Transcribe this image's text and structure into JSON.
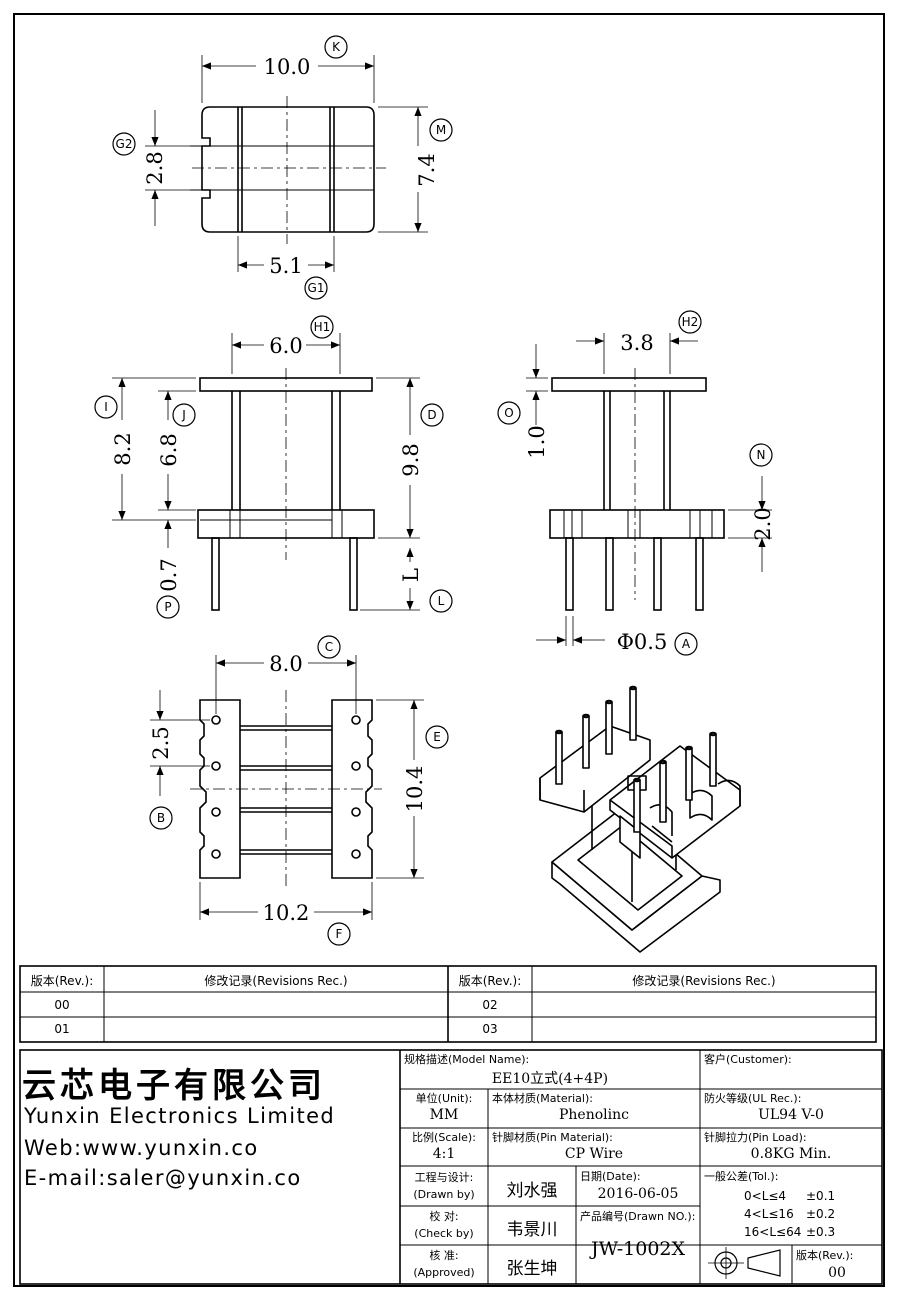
{
  "drawing": {
    "top_view": {
      "width": "10.0",
      "height": "7.4",
      "slot_height": "2.8",
      "inner_width": "5.1",
      "labels": {
        "width": "K",
        "height": "M",
        "slot": "G2",
        "inner": "G1"
      }
    },
    "front_view": {
      "flange_width": "6.0",
      "total_height": "8.2",
      "inner_height": "6.8",
      "overall": "9.8",
      "pin_offset": "0.7",
      "pin_length": "L",
      "labels": {
        "flange": "H1",
        "total": "I",
        "inner": "J",
        "overall": "D",
        "offset": "P",
        "pin": "L"
      }
    },
    "side_view": {
      "flange_width": "3.8",
      "flange_thick": "1.0",
      "base_height": "2.0",
      "pin_dia": "Φ0.5",
      "labels": {
        "flange": "H2",
        "thick": "O",
        "base": "N",
        "pin": "A"
      }
    },
    "bottom_view": {
      "pin_span": "8.0",
      "pitch": "2.5",
      "depth": "10.4",
      "base_width": "10.2",
      "labels": {
        "span": "C",
        "pitch": "B",
        "depth": "E",
        "width": "F"
      }
    }
  },
  "revision_table": {
    "headers": [
      "版本(Rev.):",
      "修改记录(Revisions Rec.)",
      "版本(Rev.):",
      "修改记录(Revisions Rec.)"
    ],
    "rows": [
      [
        "00",
        "",
        "02",
        ""
      ],
      [
        "01",
        "",
        "03",
        ""
      ]
    ]
  },
  "company": {
    "name_cn": "云芯电子有限公司",
    "name_en": "Yunxin Electronics Limited",
    "web": "Web:www.yunxin.co",
    "email": "E-mail:saler@yunxin.co"
  },
  "title_block": {
    "model_label": "规格描述(Model Name):",
    "model": "EE10立式(4+4P)",
    "customer_label": "客户(Customer):",
    "customer": "",
    "unit_label": "单位(Unit):",
    "unit": "MM",
    "material_label": "本体材质(Material):",
    "material": "Phenolinc",
    "ul_label": "防火等级(UL Rec.):",
    "ul": "UL94 V-0",
    "scale_label": "比例(Scale):",
    "scale": "4:1",
    "pin_material_label": "针脚材质(Pin Material):",
    "pin_material": "CP Wire",
    "pin_load_label": "针脚拉力(Pin Load):",
    "pin_load": "0.8KG Min.",
    "drawn_label": "工程与设计:",
    "drawn_label_en": "(Drawn by)",
    "drawn": "刘水强",
    "date_label": "日期(Date):",
    "date": "2016-06-05",
    "tol_label": "一般公差(Tol.):",
    "tolerances": [
      [
        "0<L≤4",
        "±0.1"
      ],
      [
        "4<L≤16",
        "±0.2"
      ],
      [
        "16<L≤64",
        "±0.3"
      ]
    ],
    "check_label": "校  对:",
    "check_label_en": "(Check by)",
    "check": "韦景川",
    "drawing_no_label": "产品编号(Drawn NO.):",
    "drawing_no": "JW-1002X",
    "approved_label": "核  准:",
    "approved_label_en": "(Approved)",
    "approved": "张生坤",
    "rev_label": "版本(Rev.):",
    "rev": "00"
  }
}
